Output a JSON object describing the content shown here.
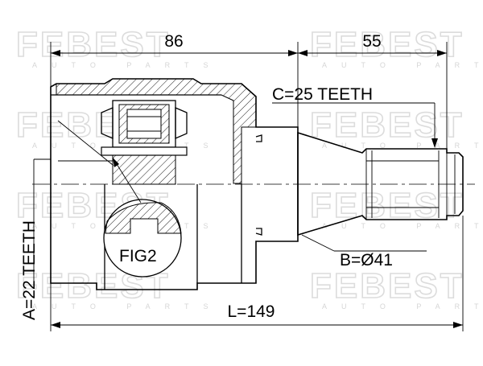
{
  "watermark": {
    "brand": "FEBEST",
    "subtitle": "AUTO PARTS"
  },
  "dimensions": {
    "outer_section_length": "86",
    "shaft_section_length": "55",
    "total_length": "L=149",
    "spline_c": "C=25 TEETH",
    "diameter_b": "B=Ø41",
    "teeth_a": "A=22 TEETH"
  },
  "labels": {
    "detail": "FIG2"
  },
  "colors": {
    "line": "#000000",
    "watermark": "#dcdcdc",
    "background": "#ffffff"
  }
}
